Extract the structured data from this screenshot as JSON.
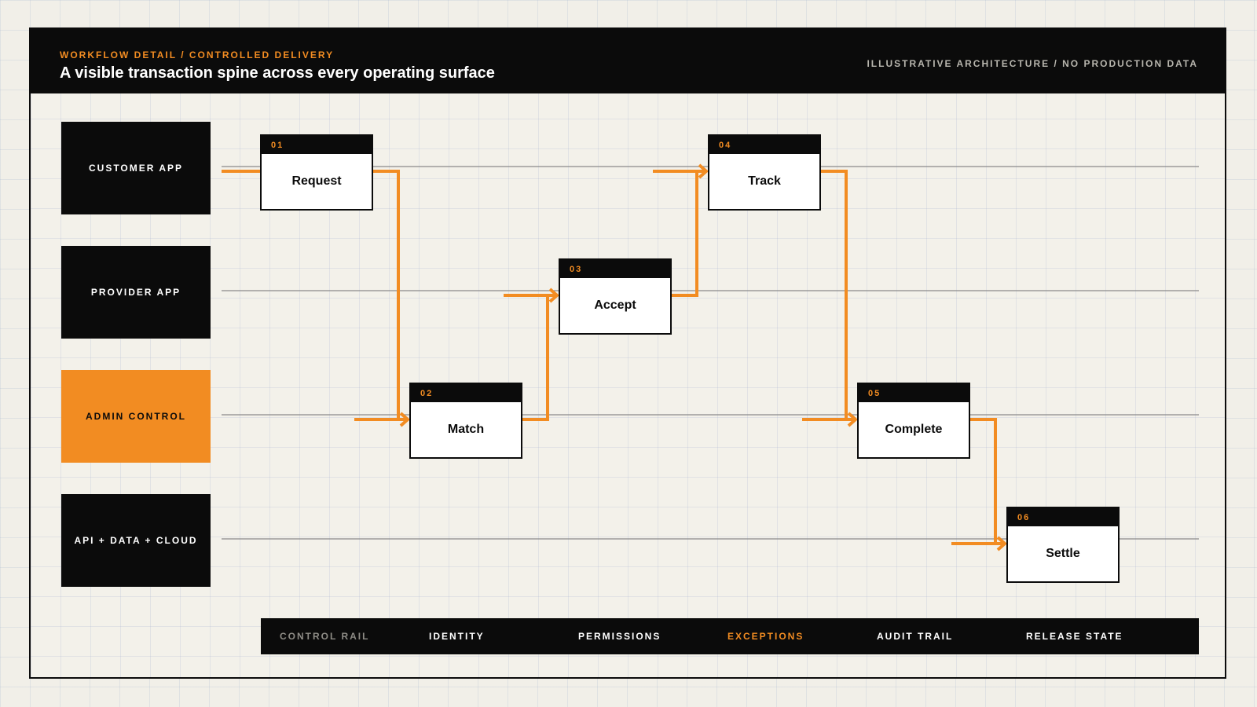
{
  "header": {
    "eyebrow": "WORKFLOW DETAIL / CONTROLLED DELIVERY",
    "title": "A visible transaction spine across every operating surface",
    "disclaimer": "ILLUSTRATIVE ARCHITECTURE / NO PRODUCTION DATA"
  },
  "lanes": [
    {
      "label": "CUSTOMER APP"
    },
    {
      "label": "PROVIDER APP"
    },
    {
      "label": "ADMIN CONTROL"
    },
    {
      "label": "API + DATA + CLOUD"
    }
  ],
  "steps": [
    {
      "num": "01",
      "label": "Request",
      "lane": 0
    },
    {
      "num": "02",
      "label": "Match",
      "lane": 2
    },
    {
      "num": "03",
      "label": "Accept",
      "lane": 1
    },
    {
      "num": "04",
      "label": "Track",
      "lane": 0
    },
    {
      "num": "05",
      "label": "Complete",
      "lane": 2
    },
    {
      "num": "06",
      "label": "Settle",
      "lane": 3
    }
  ],
  "control_rail": {
    "title": "CONTROL RAIL",
    "items": [
      "IDENTITY",
      "PERMISSIONS",
      "EXCEPTIONS",
      "AUDIT TRAIL",
      "RELEASE STATE"
    ],
    "highlighted": "EXCEPTIONS"
  },
  "colors": {
    "accent": "#f28c22",
    "ink": "#0b0b0b",
    "paper": "#f3f1ea",
    "lane_line": "#8a8a8a"
  },
  "icons": {
    "connector_arrow": "arrow-right-icon"
  }
}
